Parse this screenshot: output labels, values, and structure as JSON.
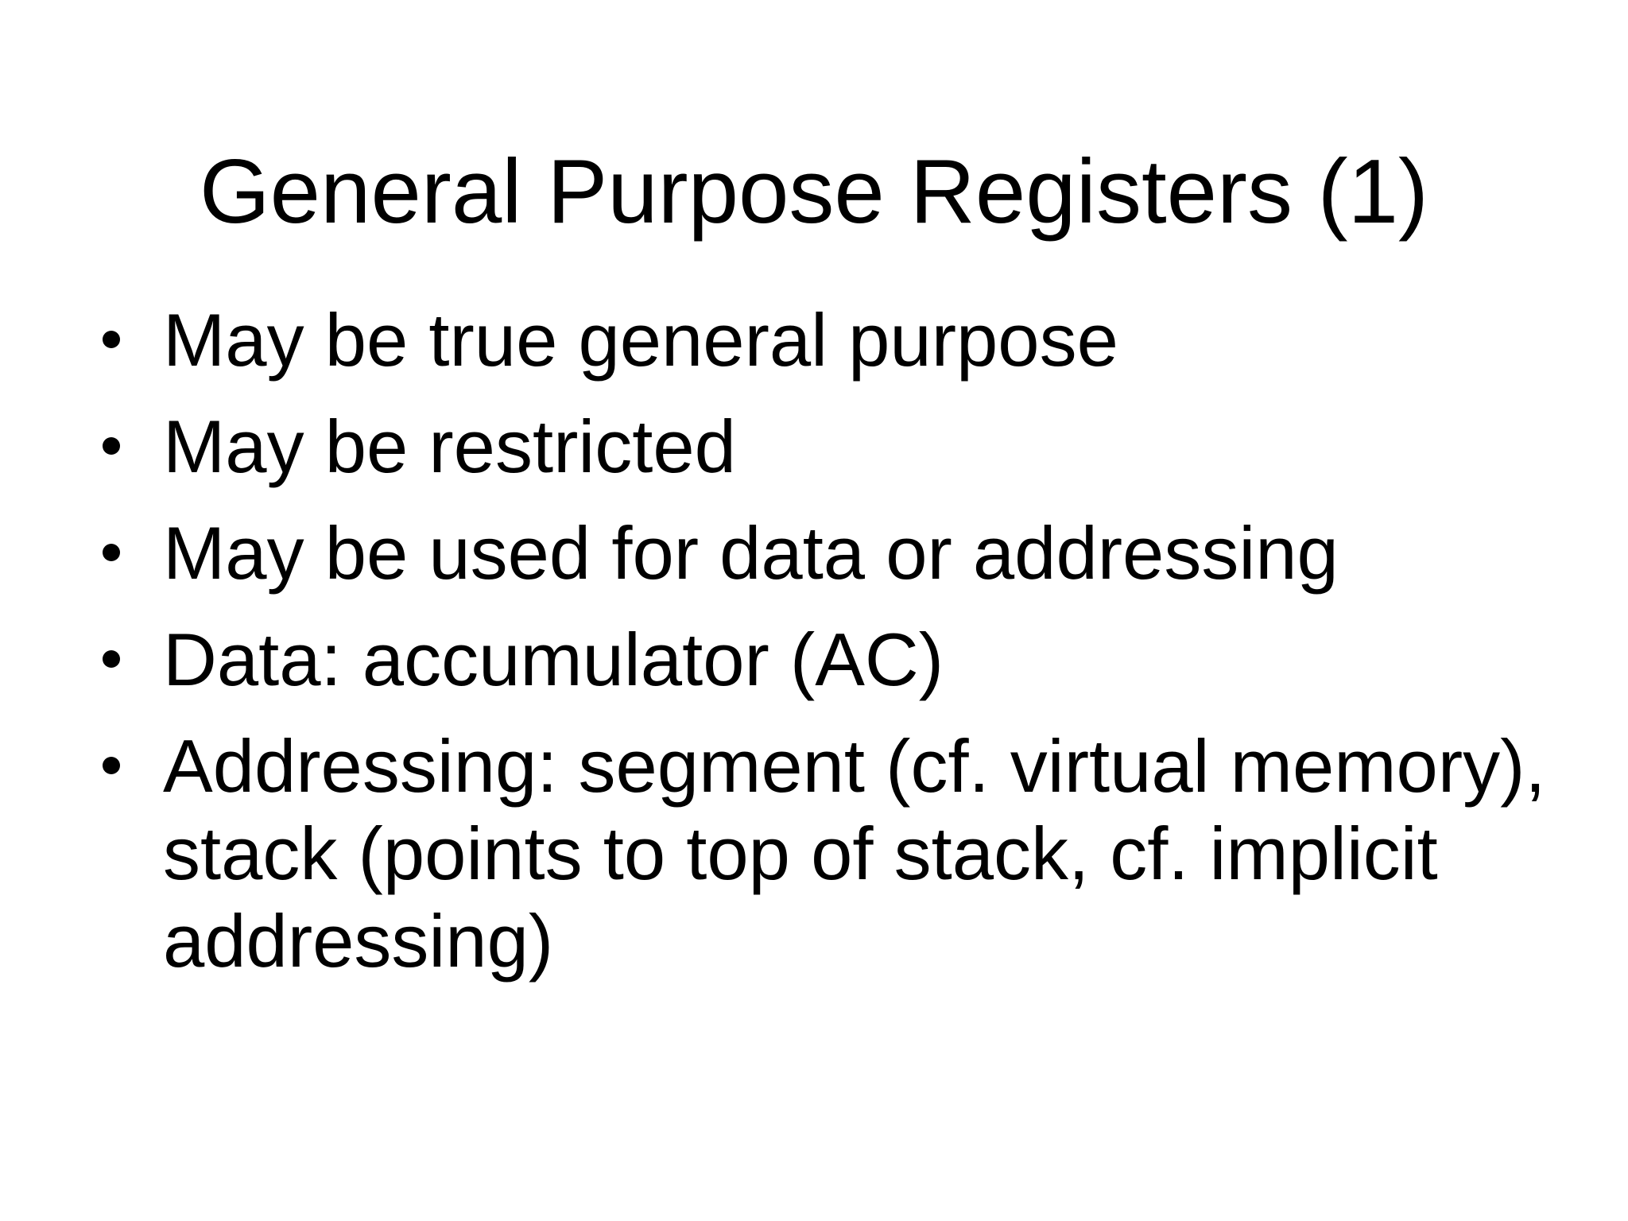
{
  "slide": {
    "title": "General Purpose Registers (1)",
    "bullets": [
      "May be true general purpose",
      "May be restricted",
      "May be used for data or addressing",
      "Data: accumulator (AC)",
      "Addressing: segment (cf. virtual memory), stack (points to top of stack, cf. implicit addressing)"
    ],
    "colors": {
      "background": "#ffffff",
      "text": "#000000"
    }
  }
}
